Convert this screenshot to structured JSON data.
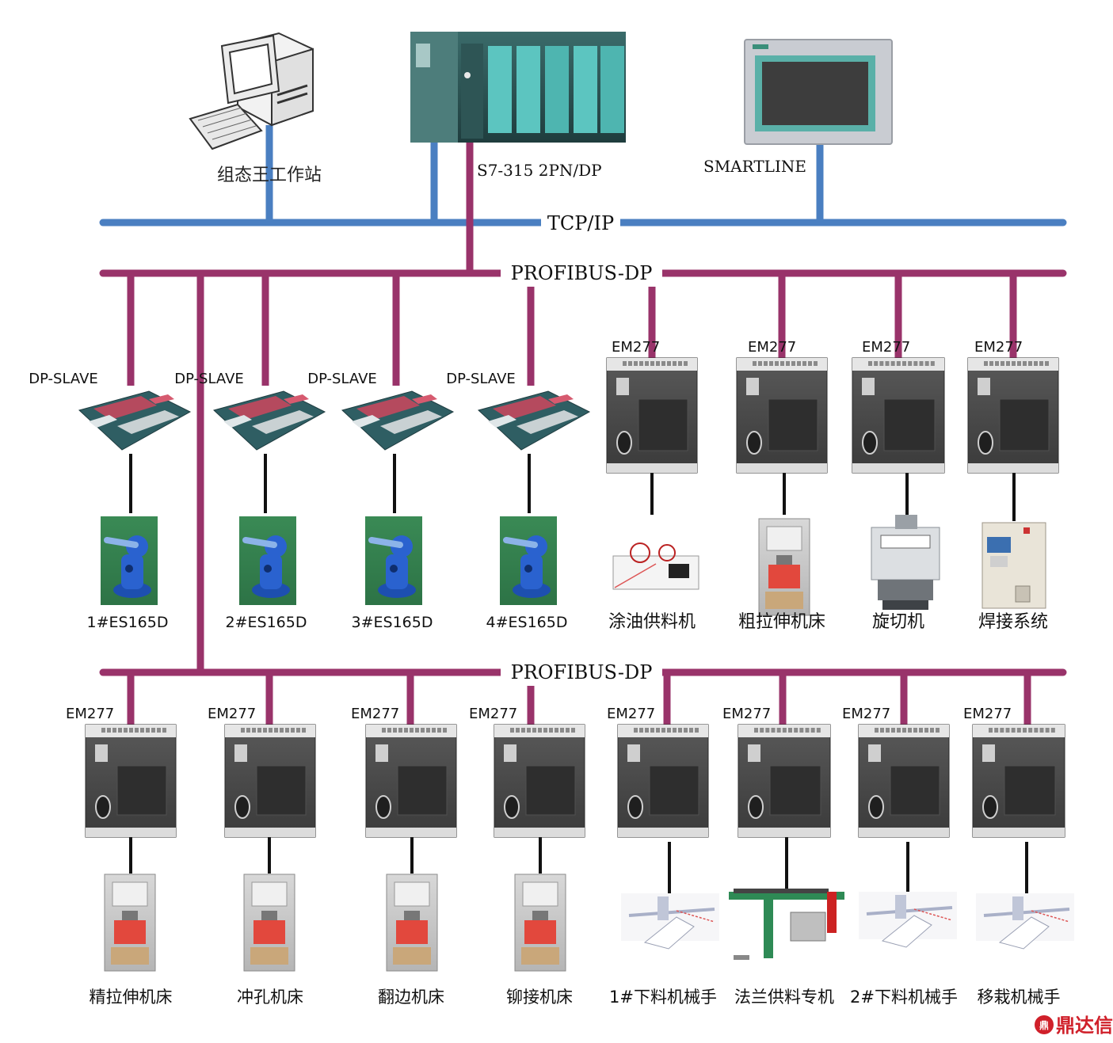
{
  "buses": {
    "tcp": "TCP/IP",
    "profibus_top": "PROFIBUS-DP",
    "profibus_bottom": "PROFIBUS-DP"
  },
  "top": {
    "workstation": "组态王工作站",
    "plc": "S7-315 2PN/DP",
    "hmi": "SMARTLINE"
  },
  "dp_slaves": [
    {
      "label": "DP-SLAVE",
      "robot": "1#ES165D"
    },
    {
      "label": "DP-SLAVE",
      "robot": "2#ES165D"
    },
    {
      "label": "DP-SLAVE",
      "robot": "3#ES165D"
    },
    {
      "label": "DP-SLAVE",
      "robot": "4#ES165D"
    }
  ],
  "em_top": [
    {
      "label": "EM277",
      "device": "涂油供料机"
    },
    {
      "label": "EM277",
      "device": "粗拉伸机床"
    },
    {
      "label": "EM277",
      "device": "旋切机"
    },
    {
      "label": "EM277",
      "device": "焊接系统"
    }
  ],
  "em_bottom": [
    {
      "label": "EM277",
      "device": "精拉伸机床"
    },
    {
      "label": "EM277",
      "device": "冲孔机床"
    },
    {
      "label": "EM277",
      "device": "翻边机床"
    },
    {
      "label": "EM277",
      "device": "铆接机床"
    },
    {
      "label": "EM277",
      "device": "1#下料机械手"
    },
    {
      "label": "EM277",
      "device": "法兰供料专机"
    },
    {
      "label": "EM277",
      "device": "2#下料机械手"
    },
    {
      "label": "EM277",
      "device": "移栽机械手"
    }
  ],
  "watermark": "鼎达信",
  "colors": {
    "tcp_bus": "#4a7fc1",
    "profibus": "#99336a",
    "drop_line": "#111111"
  }
}
